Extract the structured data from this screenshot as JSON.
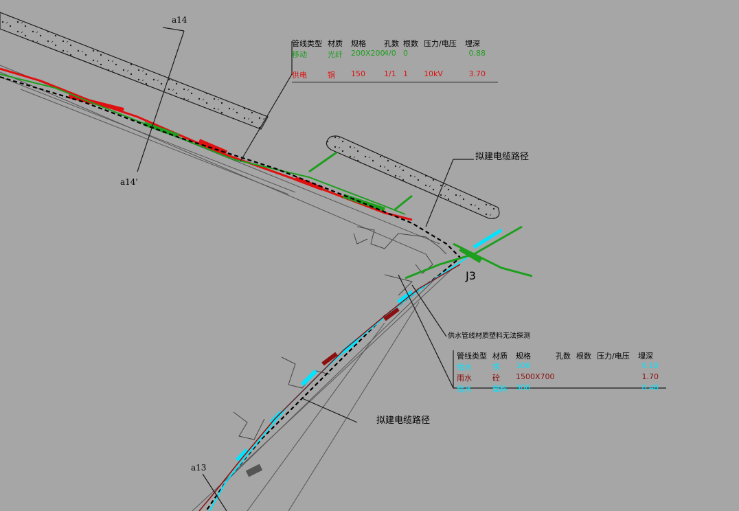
{
  "colors": {
    "background": "#a6a6a6",
    "line": "#1a1a1a",
    "green": "#1e9e1e",
    "red": "#e01010",
    "darkred": "#8a0f0f",
    "cyan": "#00e5ff",
    "black": "#000000"
  },
  "markers": {
    "a14_top": "a14",
    "a14_bottom": "a14'",
    "a13": "a13",
    "junction": "J3"
  },
  "annotations": {
    "proposed_cable_upper": "拟建电缆路径",
    "proposed_cable_lower": "拟建电缆路径",
    "water_supply_note": "供水管线材质塑料无法探测"
  },
  "table_top": {
    "headers": [
      "管线类型",
      "材质",
      "规格",
      "孔数",
      "根数",
      "压力/电压",
      "埋深"
    ],
    "rows": [
      {
        "type": "移动",
        "material": "光纤",
        "spec": "200X200",
        "holes": "4/0",
        "count": "0",
        "pressure": "",
        "depth": "0.88",
        "color": "green"
      },
      {
        "type": "供电",
        "material": "铜",
        "spec": "150",
        "holes": "1/1",
        "count": "1",
        "pressure": "10kV",
        "depth": "3.70",
        "color": "red"
      }
    ]
  },
  "table_bottom": {
    "headers": [
      "管线类型",
      "材质",
      "规格",
      "孔数",
      "根数",
      "压力/电压",
      "埋深"
    ],
    "rows": [
      {
        "type": "给水",
        "material": "铁",
        "spec": "100",
        "holes": "",
        "count": "",
        "pressure": "",
        "depth": "0.10",
        "color": "cyan"
      },
      {
        "type": "雨水",
        "material": "砼",
        "spec": "1500X700",
        "holes": "",
        "count": "",
        "pressure": "",
        "depth": "1.70",
        "color": "darkred"
      },
      {
        "type": "给水",
        "material": "塑料",
        "spec": "300",
        "holes": "",
        "count": "",
        "pressure": "",
        "depth": "0.48",
        "color": "cyan"
      }
    ]
  }
}
